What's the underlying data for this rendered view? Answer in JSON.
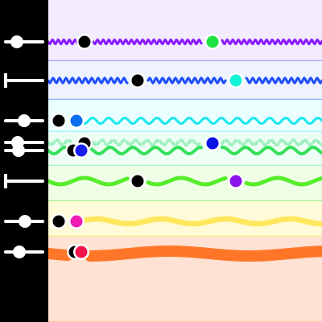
{
  "bands": [
    {
      "id": "violet",
      "fill": "#f3ecff",
      "border": "#b79bff"
    },
    {
      "id": "blue",
      "fill": "#eef3ff",
      "border": "#8fb0ff"
    },
    {
      "id": "cyan",
      "fill": "#ecffff",
      "border": "#9ef3f3"
    },
    {
      "id": "mint",
      "fill": "#edfff5",
      "border": "#a8f0c8"
    },
    {
      "id": "green",
      "fill": "#eeffe6",
      "border": "#a8ef96"
    },
    {
      "id": "yellow",
      "fill": "#fffbd9",
      "border": "#f6e68a"
    },
    {
      "id": "orange",
      "fill": "#ffe2d3",
      "border": "#ffc9a8"
    }
  ],
  "waves": [
    {
      "id": "violet",
      "color": "#8a19ff"
    },
    {
      "id": "blue",
      "color": "#1e4dff"
    },
    {
      "id": "cyan",
      "color": "#17e8ee"
    },
    {
      "id": "mint-dashed",
      "color": "#9ff0c0"
    },
    {
      "id": "green",
      "color": "#35e05a"
    },
    {
      "id": "lime",
      "color": "#58ec2d"
    },
    {
      "id": "yellow",
      "color": "#ffe860"
    },
    {
      "id": "orange",
      "color": "#ff7628"
    }
  ],
  "markers": [
    {
      "id": "violet-start",
      "color": "#000000",
      "ring": "#ffffff"
    },
    {
      "id": "violet-end",
      "color": "#1ee244",
      "ring": "#ffffff"
    },
    {
      "id": "blue-start",
      "color": "#000000",
      "ring": "#ffffff"
    },
    {
      "id": "blue-end",
      "color": "#14f2d8",
      "ring": "#ffffff"
    },
    {
      "id": "cyan-start",
      "color": "#000000",
      "ring": "#ffffff"
    },
    {
      "id": "cyan-end",
      "color": "#0c6ff0",
      "ring": "#ffffff"
    },
    {
      "id": "mint-start",
      "color": "#000000",
      "ring": "#ffffff"
    },
    {
      "id": "mint-end",
      "color": "#0a12e6",
      "ring": "#ffffff"
    },
    {
      "id": "green-start",
      "color": "#000000",
      "ring": "#ffffff"
    },
    {
      "id": "green-end",
      "color": "#1a1ff0",
      "ring": "#ffffff"
    },
    {
      "id": "lime-start",
      "color": "#000000",
      "ring": "#ffffff"
    },
    {
      "id": "lime-end",
      "color": "#8a14ea",
      "ring": "#ffffff"
    },
    {
      "id": "yellow-start",
      "color": "#000000",
      "ring": "#ffffff"
    },
    {
      "id": "yellow-end",
      "color": "#ee1cb4",
      "ring": "#ffffff"
    },
    {
      "id": "orange-start",
      "color": "#000000",
      "ring": "#ffffff"
    },
    {
      "id": "orange-end",
      "color": "#f0144a",
      "ring": "#ffffff"
    }
  ],
  "sidebar": {
    "background": "#000000",
    "sliders": [
      {
        "id": "row-1",
        "level": 0.24
      },
      {
        "id": "row-2",
        "level": 0.0
      },
      {
        "id": "row-3",
        "level": 0.5
      },
      {
        "id": "row-4a",
        "level": 0.26
      },
      {
        "id": "row-4b",
        "level": 0.3
      },
      {
        "id": "row-5",
        "level": 0.0
      },
      {
        "id": "row-6",
        "level": 0.52
      },
      {
        "id": "row-7",
        "level": 0.32
      }
    ]
  }
}
